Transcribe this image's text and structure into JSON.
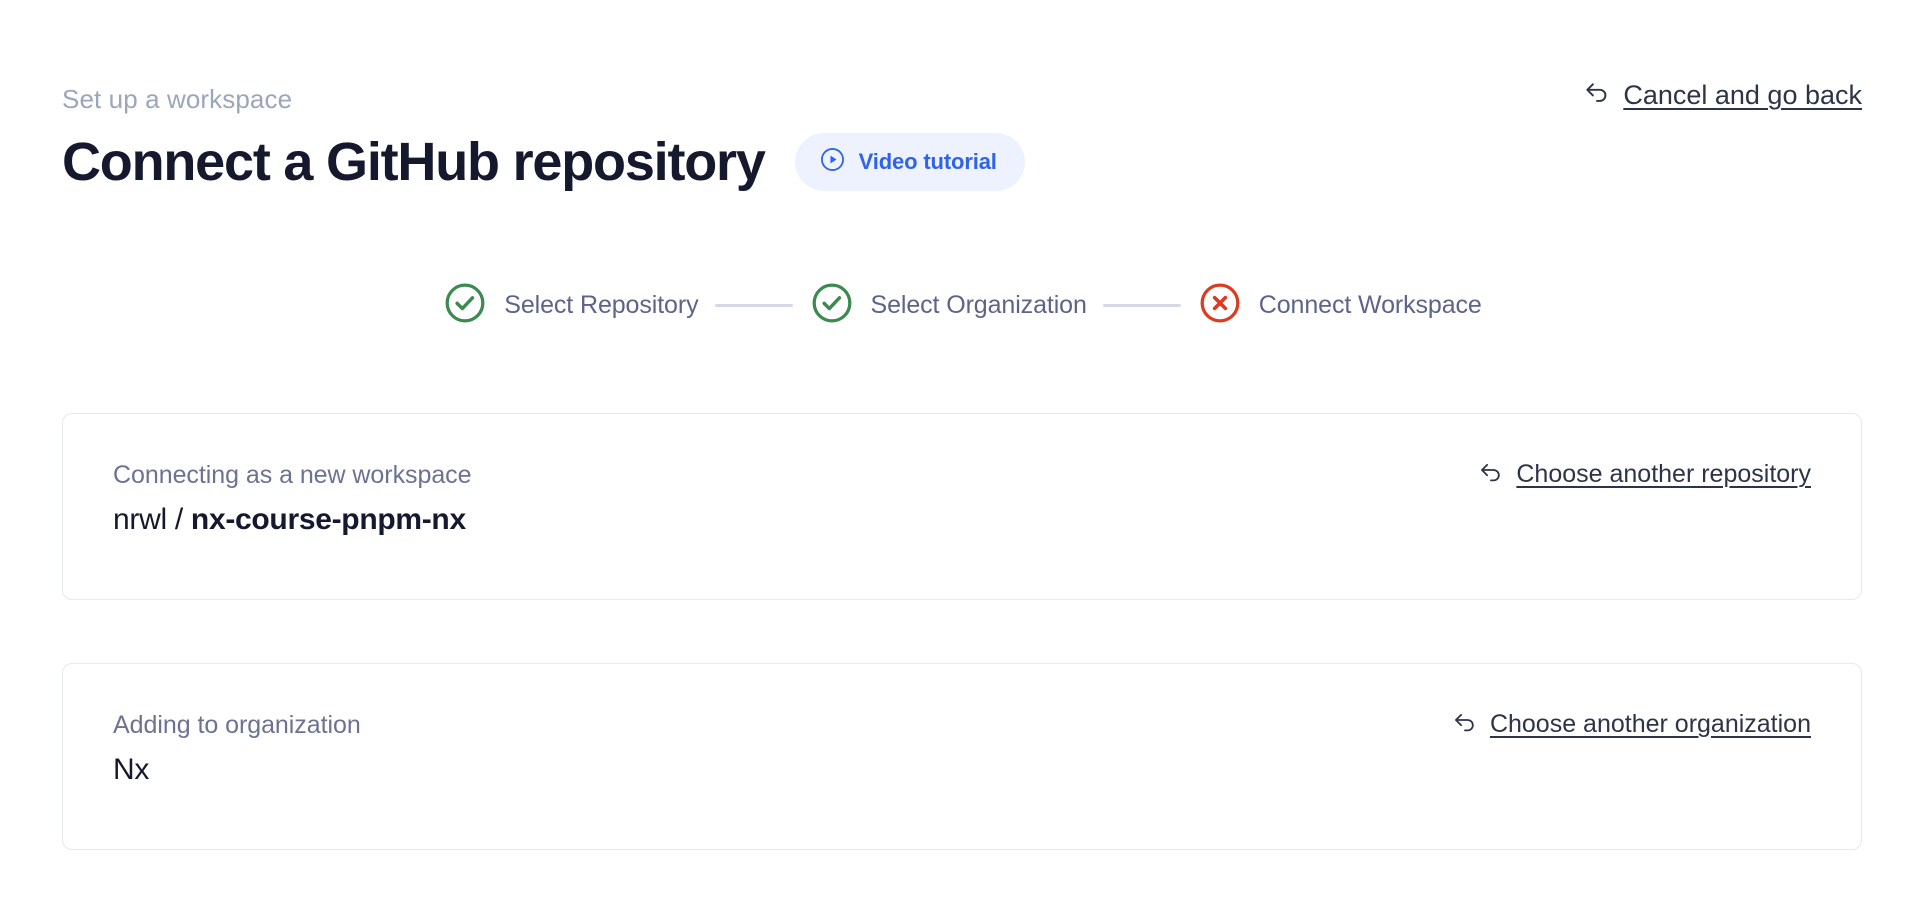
{
  "header": {
    "eyebrow": "Set up a workspace",
    "title": "Connect a GitHub repository",
    "video_badge": {
      "label": "Video tutorial",
      "icon": "play-circle-icon",
      "bg_color": "#edf2fe",
      "text_color": "#2f63e8"
    },
    "cancel": {
      "label": "Cancel and go back",
      "icon": "arrow-uturn-left-icon",
      "text_color": "#2e3448"
    }
  },
  "stepper": {
    "connector_color": "#d4d9e6",
    "steps": [
      {
        "label": "Select Repository",
        "state": "complete",
        "icon": "check-circle-icon",
        "color": "#3c8a4f"
      },
      {
        "label": "Select Organization",
        "state": "complete",
        "icon": "check-circle-icon",
        "color": "#3c8a4f"
      },
      {
        "label": "Connect Workspace",
        "state": "error",
        "icon": "x-circle-icon",
        "color": "#dc3b21"
      }
    ]
  },
  "cards": [
    {
      "label": "Connecting as a new workspace",
      "value_owner": "nrwl / ",
      "value_repo": "nx-course-pnpm-nx",
      "action": {
        "label": "Choose another repository",
        "icon": "arrow-uturn-left-icon"
      }
    },
    {
      "label": "Adding to organization",
      "value": "Nx",
      "action": {
        "label": "Choose another organization",
        "icon": "arrow-uturn-left-icon"
      }
    }
  ]
}
